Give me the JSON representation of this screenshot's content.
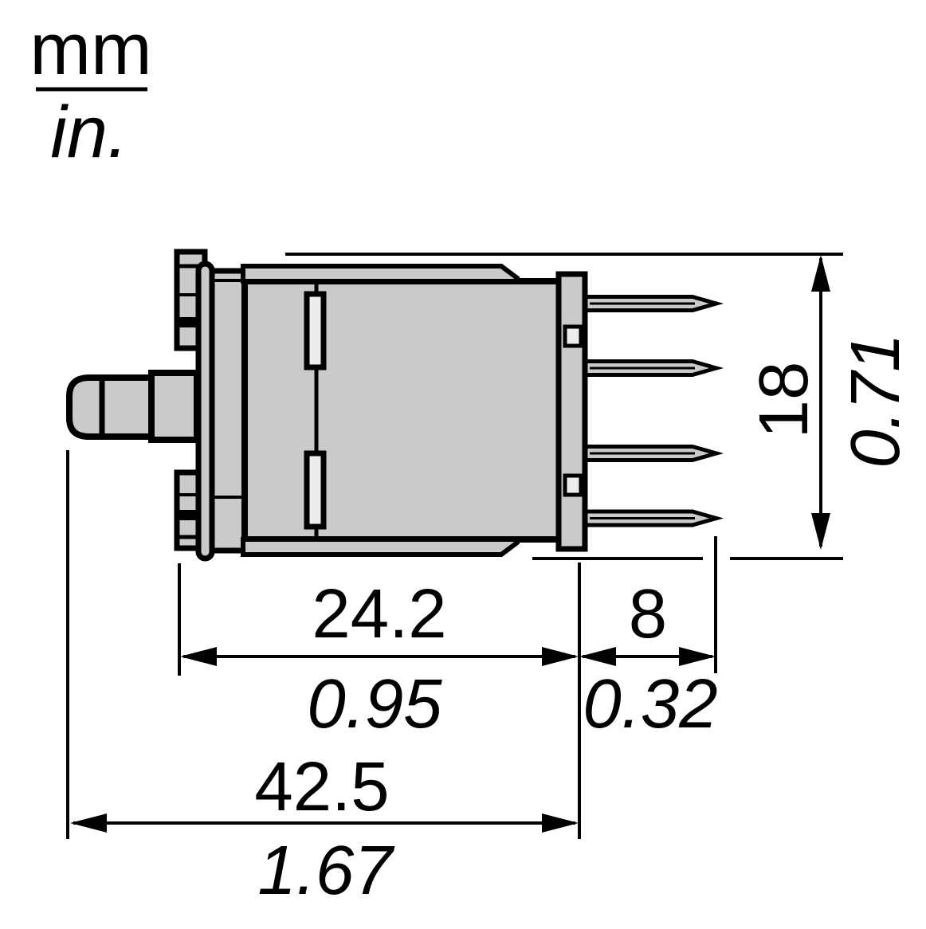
{
  "units_legend": {
    "metric": "mm",
    "imperial": "in."
  },
  "dimensions": {
    "body_height": {
      "mm": "18",
      "in": "0.71"
    },
    "body_length": {
      "mm": "24.2",
      "in": "0.95"
    },
    "pin_length": {
      "mm": "8",
      "in": "0.32"
    },
    "overall_length": {
      "mm": "42.5",
      "in": "1.67"
    }
  },
  "colors": {
    "background": "#ffffff",
    "outline": "#000000",
    "part_fill": "#c9cacc",
    "recess_fill": "#ededee",
    "dimension_lines": "#000000"
  }
}
